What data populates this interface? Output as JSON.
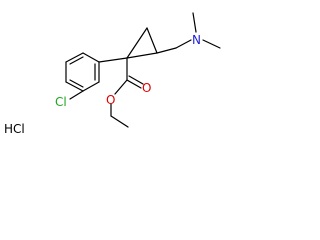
{
  "molecule": {
    "atoms": {
      "chlorine": "Cl",
      "nitrogen": "N",
      "oxygen_carbonyl": "O",
      "oxygen_ester": "O",
      "salt": "HCl"
    }
  },
  "colors": {
    "bond": "#000000",
    "carbon_label": "#000000",
    "chlorine": "#1fa61f",
    "nitrogen": "#1f1fd6",
    "oxygen": "#e00000",
    "background": "#ffffff"
  }
}
